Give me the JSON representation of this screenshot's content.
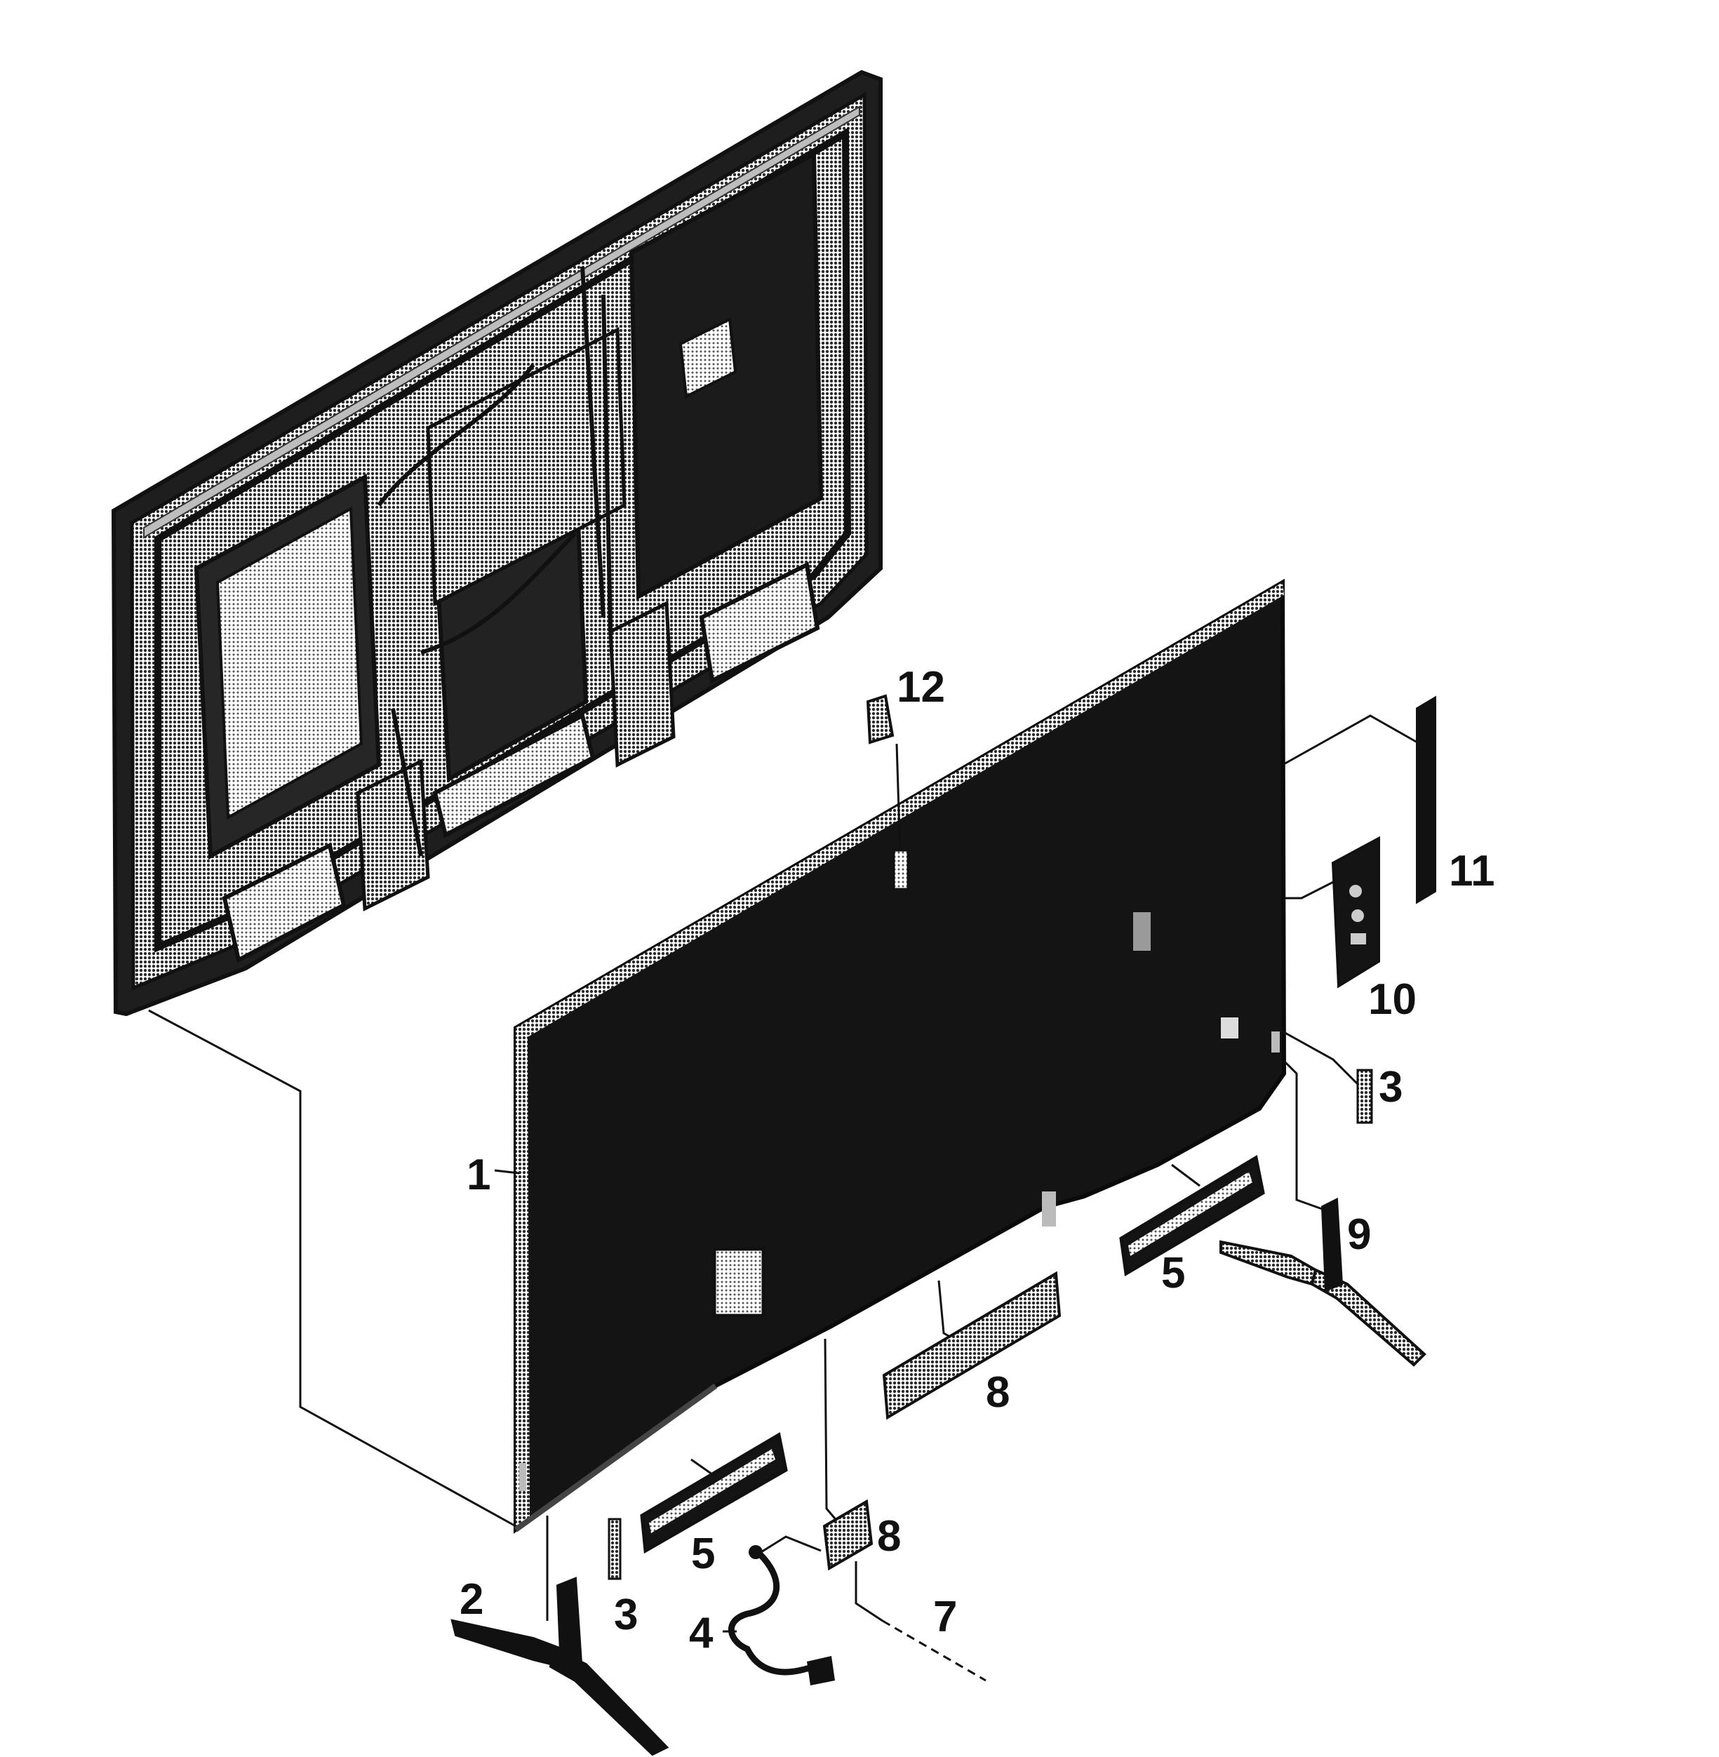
{
  "diagram": {
    "colors": {
      "ink": "#111111",
      "panel": "#141414",
      "chassis": "#2a2a2a",
      "halftone": "#8a8a8a",
      "background": "#ffffff"
    },
    "callouts": [
      {
        "id": "1",
        "text": "1"
      },
      {
        "id": "2",
        "text": "2"
      },
      {
        "id": "3a",
        "text": "3"
      },
      {
        "id": "3b",
        "text": "3"
      },
      {
        "id": "4",
        "text": "4"
      },
      {
        "id": "5a",
        "text": "5"
      },
      {
        "id": "5b",
        "text": "5"
      },
      {
        "id": "7",
        "text": "7"
      },
      {
        "id": "8a",
        "text": "8"
      },
      {
        "id": "8b",
        "text": "8"
      },
      {
        "id": "9",
        "text": "9"
      },
      {
        "id": "10",
        "text": "10"
      },
      {
        "id": "11",
        "text": "11"
      },
      {
        "id": "12",
        "text": "12"
      }
    ]
  }
}
